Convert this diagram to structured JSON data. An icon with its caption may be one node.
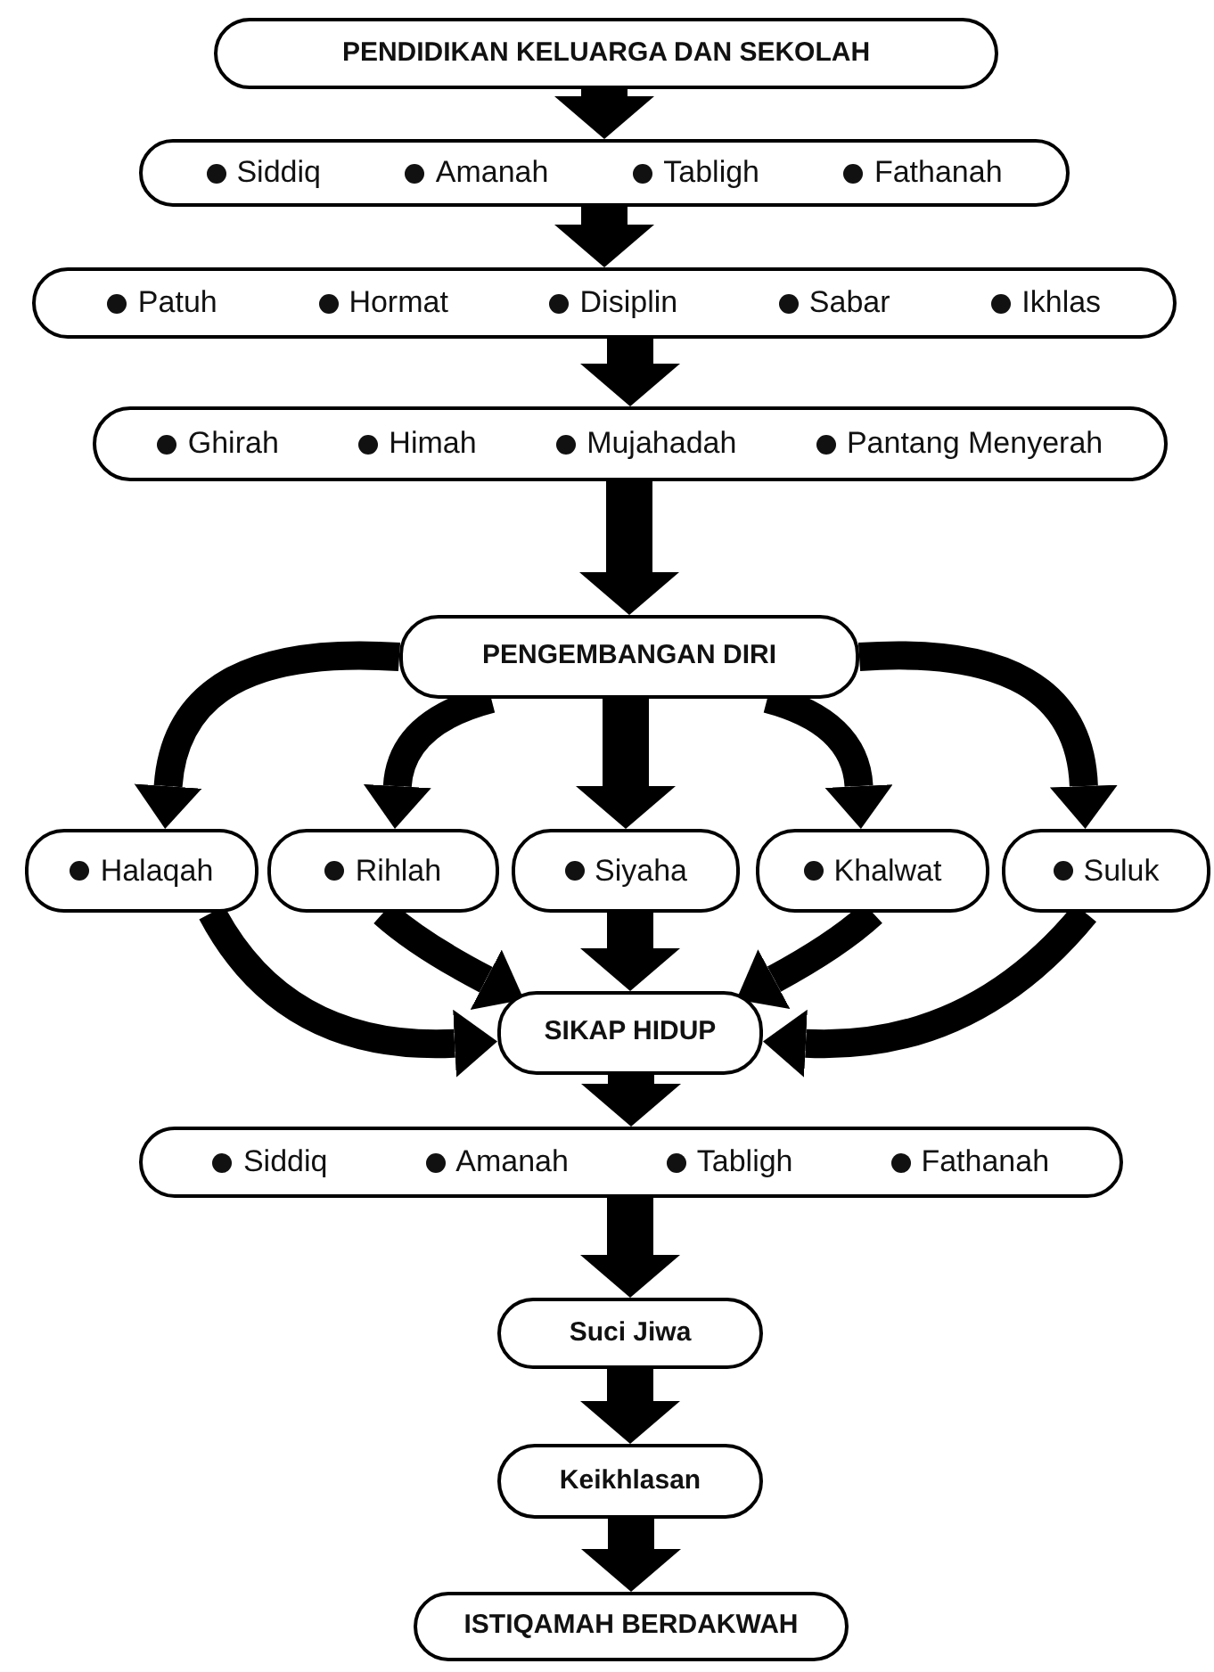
{
  "diagram": {
    "nodes": [
      {
        "text": [
          "PENDIDIKAN KELUARGA DAN SEKOLAH"
        ]
      },
      {
        "text": [
          "Siddiq",
          "Amanah",
          "Tabligh",
          "Fathanah"
        ]
      },
      {
        "text": [
          "Patuh",
          "Hormat",
          "Disiplin",
          "Sabar",
          "Ikhlas"
        ]
      },
      {
        "text": [
          "Ghirah",
          "Himah",
          "Mujahadah",
          "Pantang Menyerah"
        ]
      },
      {
        "text": [
          "PENGEMBANGAN DIRI"
        ]
      },
      {
        "text": [
          "Halaqah"
        ]
      },
      {
        "text": [
          "Rihlah"
        ]
      },
      {
        "text": [
          "Siyaha"
        ]
      },
      {
        "text": [
          "Khalwat"
        ]
      },
      {
        "text": [
          "Suluk"
        ]
      },
      {
        "text": [
          "SIKAP HIDUP"
        ]
      },
      {
        "text": [
          "Siddiq",
          "Amanah",
          "Tabligh",
          "Fathanah"
        ]
      },
      {
        "text": [
          "Suci Jiwa"
        ]
      },
      {
        "text": [
          "Keikhlasan"
        ]
      },
      {
        "text": [
          "ISTIQAMAH BERDAKWAH"
        ]
      }
    ],
    "edges": [
      {
        "from": 0,
        "to": 1,
        "arrow": "to"
      },
      {
        "from": 1,
        "to": 2,
        "arrow": "to"
      },
      {
        "from": 2,
        "to": 3,
        "arrow": "to"
      },
      {
        "from": 3,
        "to": 4,
        "arrow": "to"
      },
      {
        "from": 4,
        "to": 5,
        "arrow": "to"
      },
      {
        "from": 4,
        "to": 6,
        "arrow": "to"
      },
      {
        "from": 4,
        "to": 7,
        "arrow": "to"
      },
      {
        "from": 4,
        "to": 8,
        "arrow": "to"
      },
      {
        "from": 4,
        "to": 9,
        "arrow": "to"
      },
      {
        "from": 5,
        "to": 10,
        "arrow": "to"
      },
      {
        "from": 6,
        "to": 10,
        "arrow": "to"
      },
      {
        "from": 7,
        "to": 10,
        "arrow": "to"
      },
      {
        "from": 8,
        "to": 10,
        "arrow": "to"
      },
      {
        "from": 9,
        "to": 10,
        "arrow": "to"
      },
      {
        "from": 10,
        "to": 11,
        "arrow": "to"
      },
      {
        "from": 11,
        "to": 12,
        "arrow": "to"
      },
      {
        "from": 12,
        "to": 13,
        "arrow": "to"
      },
      {
        "from": 13,
        "to": 14,
        "arrow": "to"
      }
    ]
  }
}
